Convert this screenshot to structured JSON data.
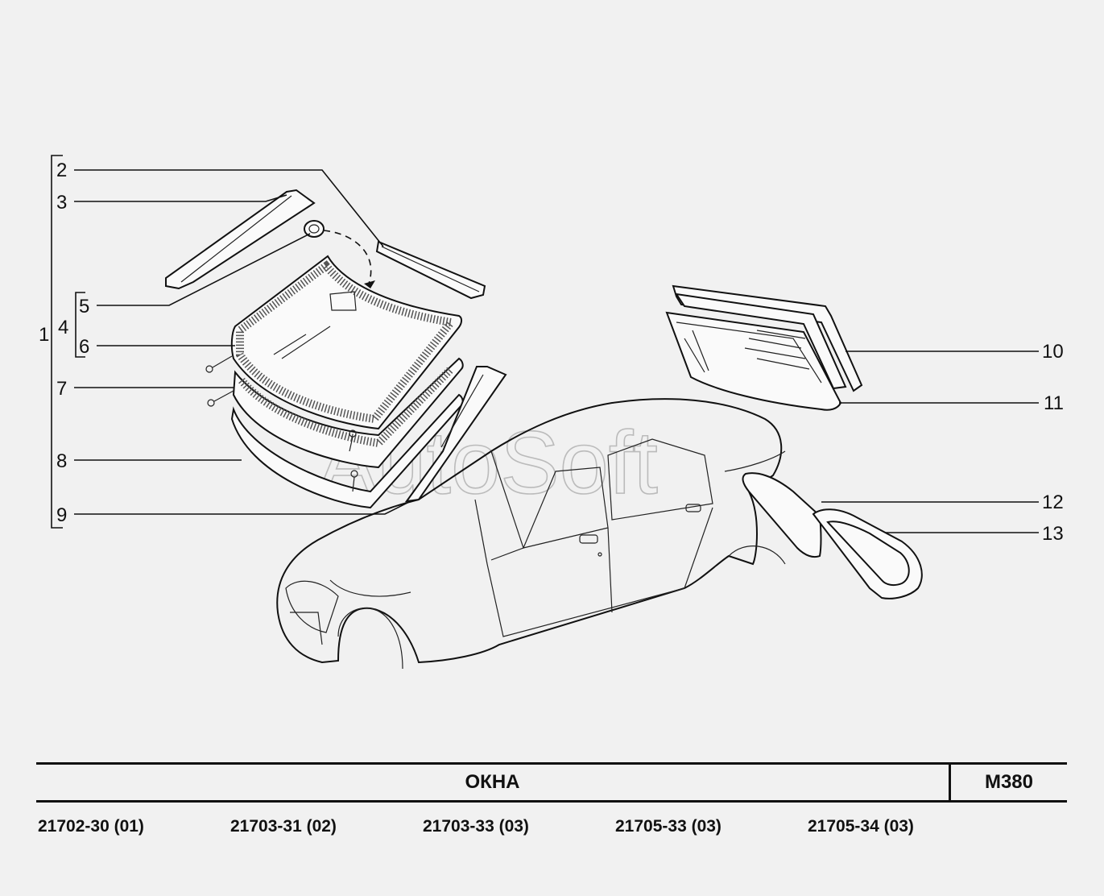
{
  "title": "ОКНА",
  "code": "M380",
  "watermark": "AutoSoft",
  "models": [
    "21702-30 (01)",
    "21703-31 (02)",
    "21703-33 (03)",
    "21705-33 (03)",
    "21705-34 (03)"
  ],
  "callouts": [
    "1",
    "2",
    "3",
    "4",
    "5",
    "6",
    "7",
    "8",
    "9",
    "10",
    "11",
    "12",
    "13"
  ]
}
